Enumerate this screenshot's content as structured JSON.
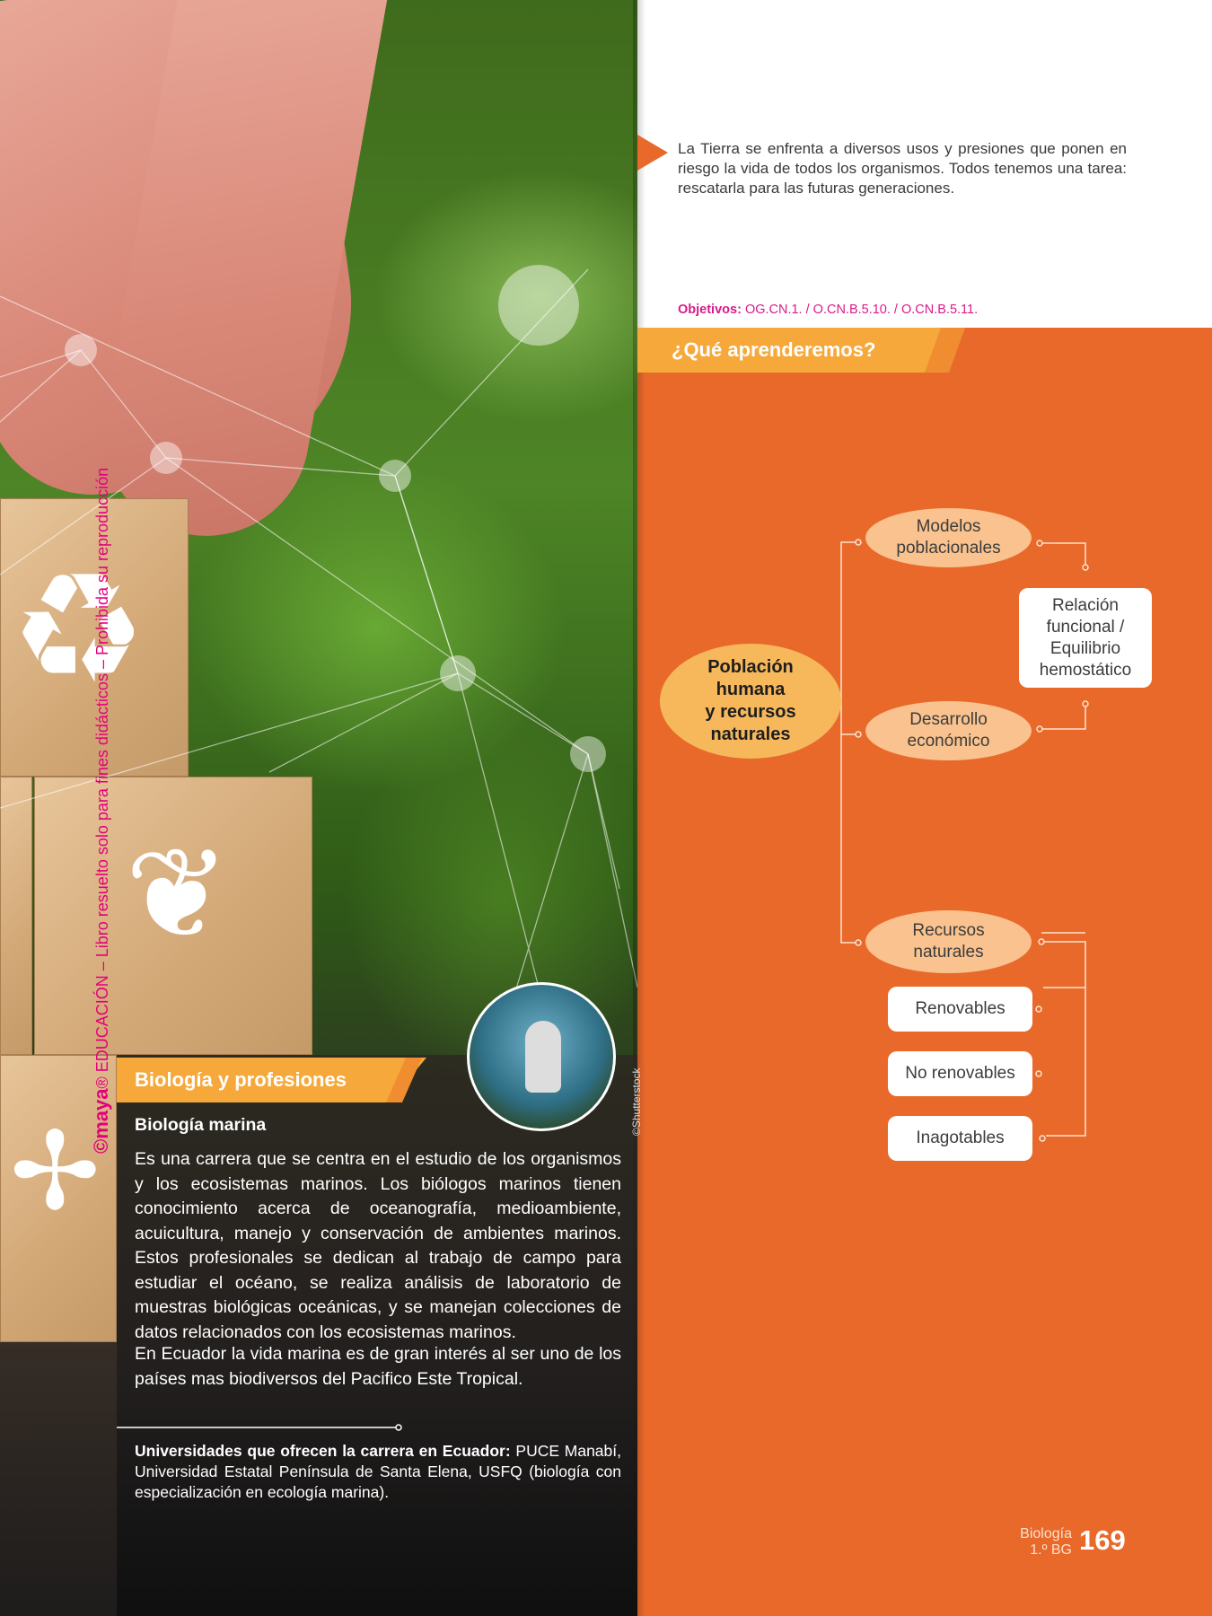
{
  "intro": "La Tierra se enfrenta a diversos usos y presiones que ponen en riesgo la vida de todos los organismos. Todos tenemos una tarea: rescatarla para las futuras generaciones.",
  "objetivos": {
    "label": "Objetivos:",
    "value": "OG.CN.1. / O.CN.B.5.10. / O.CN.B.5.11."
  },
  "section_title": "¿Qué aprenderemos?",
  "diagram": {
    "center": [
      "Población",
      "humana",
      "y recursos",
      "naturales"
    ],
    "modelos": [
      "Modelos",
      "poblacionales"
    ],
    "desarrollo": [
      "Desarrollo",
      "económico"
    ],
    "relacion": [
      "Relación",
      "funcional /",
      "Equilibrio",
      "hemostático"
    ],
    "recursos": [
      "Recursos",
      "naturales"
    ],
    "renovables": "Renovables",
    "no_renovables": "No renovables",
    "inagotables": "Inagotables"
  },
  "sidebar": {
    "title": "Biología y profesiones",
    "subtitle": "Biología marina",
    "p1": "Es una carrera que se centra en el estudio de los organismos y los ecosistemas marinos. Los biólogos marinos tienen conocimiento acerca de oceanografía, medioambiente, acuicultura, manejo y conservación de ambientes marinos. Estos profesionales se dedican al trabajo de campo para estudiar el océano, se realiza análisis de laboratorio de muestras biológicas oceánicas, y se manejan colecciones de datos relacionados con los ecosistemas marinos.",
    "p2": "En Ecuador la vida marina es de gran interés al ser uno de los países mas biodiversos del Pacifico Este Tropical.",
    "uni_label": "Universidades que ofrecen la carrera en Ecuador:",
    "uni_text": " PUCE Manabí, Universidad Estatal Península de Santa Elena, USFQ (biología con especialización en ecología marina).",
    "credit": "©Shutterstock"
  },
  "watermark": {
    "brand": "©maya",
    "text": "® EDUCACIÓN – Libro resuelto solo para fines didácticos – Prohibida su reproducción"
  },
  "footer": {
    "subject": "Biología",
    "grade": "1.º BG",
    "page": "169"
  }
}
